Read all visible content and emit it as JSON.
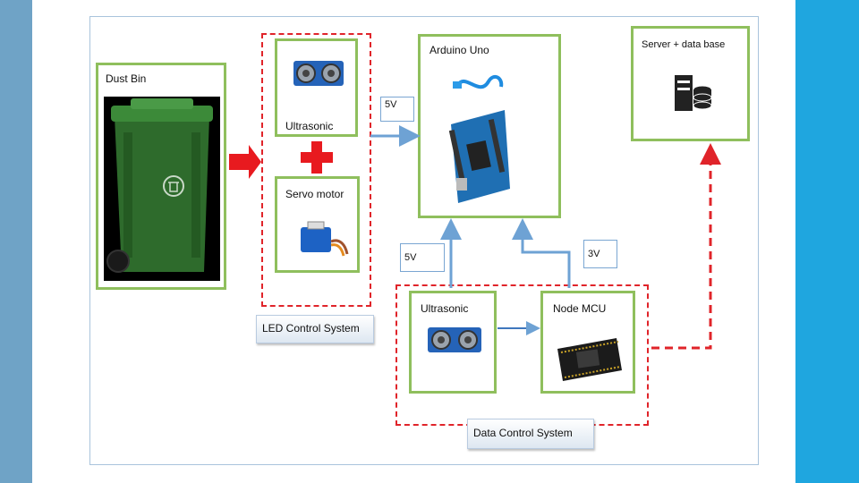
{
  "colors": {
    "box_border": "#8fbf5d",
    "dashed": "#e0242a",
    "arrow_blue": "#6ea2d4",
    "accent_red": "#e81a1f"
  },
  "dust_bin": {
    "label": "Dust Bin",
    "icon": "wheelie-bin-icon"
  },
  "led_system": {
    "ultrasonic_label": "Ultrasonic",
    "servo_label": "Servo motor",
    "tag": "LED Control  System"
  },
  "arduino": {
    "label": "Arduino Uno",
    "icons": [
      "usb-cable-icon",
      "arduino-board-icon"
    ]
  },
  "server": {
    "label": "Server + data base",
    "icon": "server-database-icon"
  },
  "data_system": {
    "ultrasonic_label": "Ultrasonic",
    "nodemcu_label": "Node MCU",
    "tag": "Data Control  System"
  },
  "voltages": {
    "v1": "5V",
    "v2": "5V",
    "v3": "3V"
  }
}
